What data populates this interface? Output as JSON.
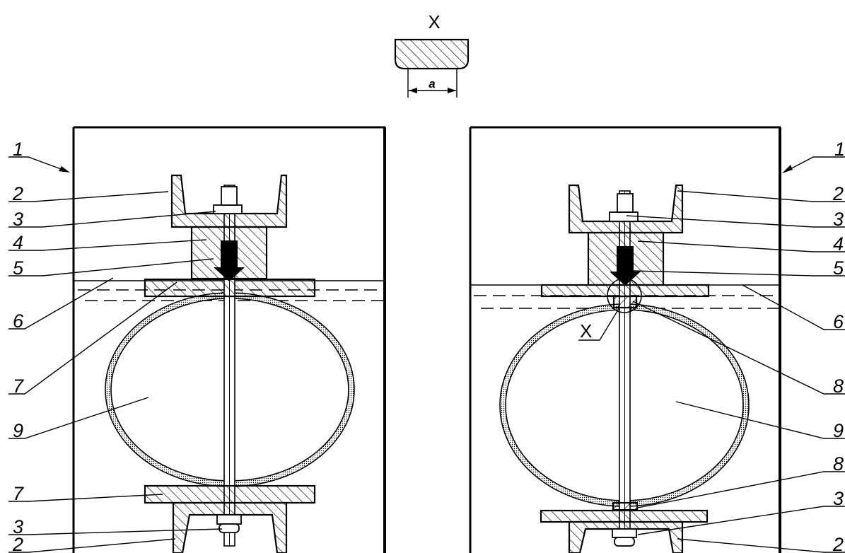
{
  "detail": {
    "view_label": "X",
    "dimension_label": "a"
  },
  "left": {
    "labels": [
      "1",
      "2",
      "3",
      "4",
      "5",
      "6",
      "7",
      "9",
      "7",
      "3",
      "2"
    ]
  },
  "right": {
    "labels": [
      "1",
      "2",
      "3",
      "4",
      "5",
      "6",
      "8",
      "9",
      "8",
      "3",
      "2"
    ],
    "detail_ref": "X"
  }
}
